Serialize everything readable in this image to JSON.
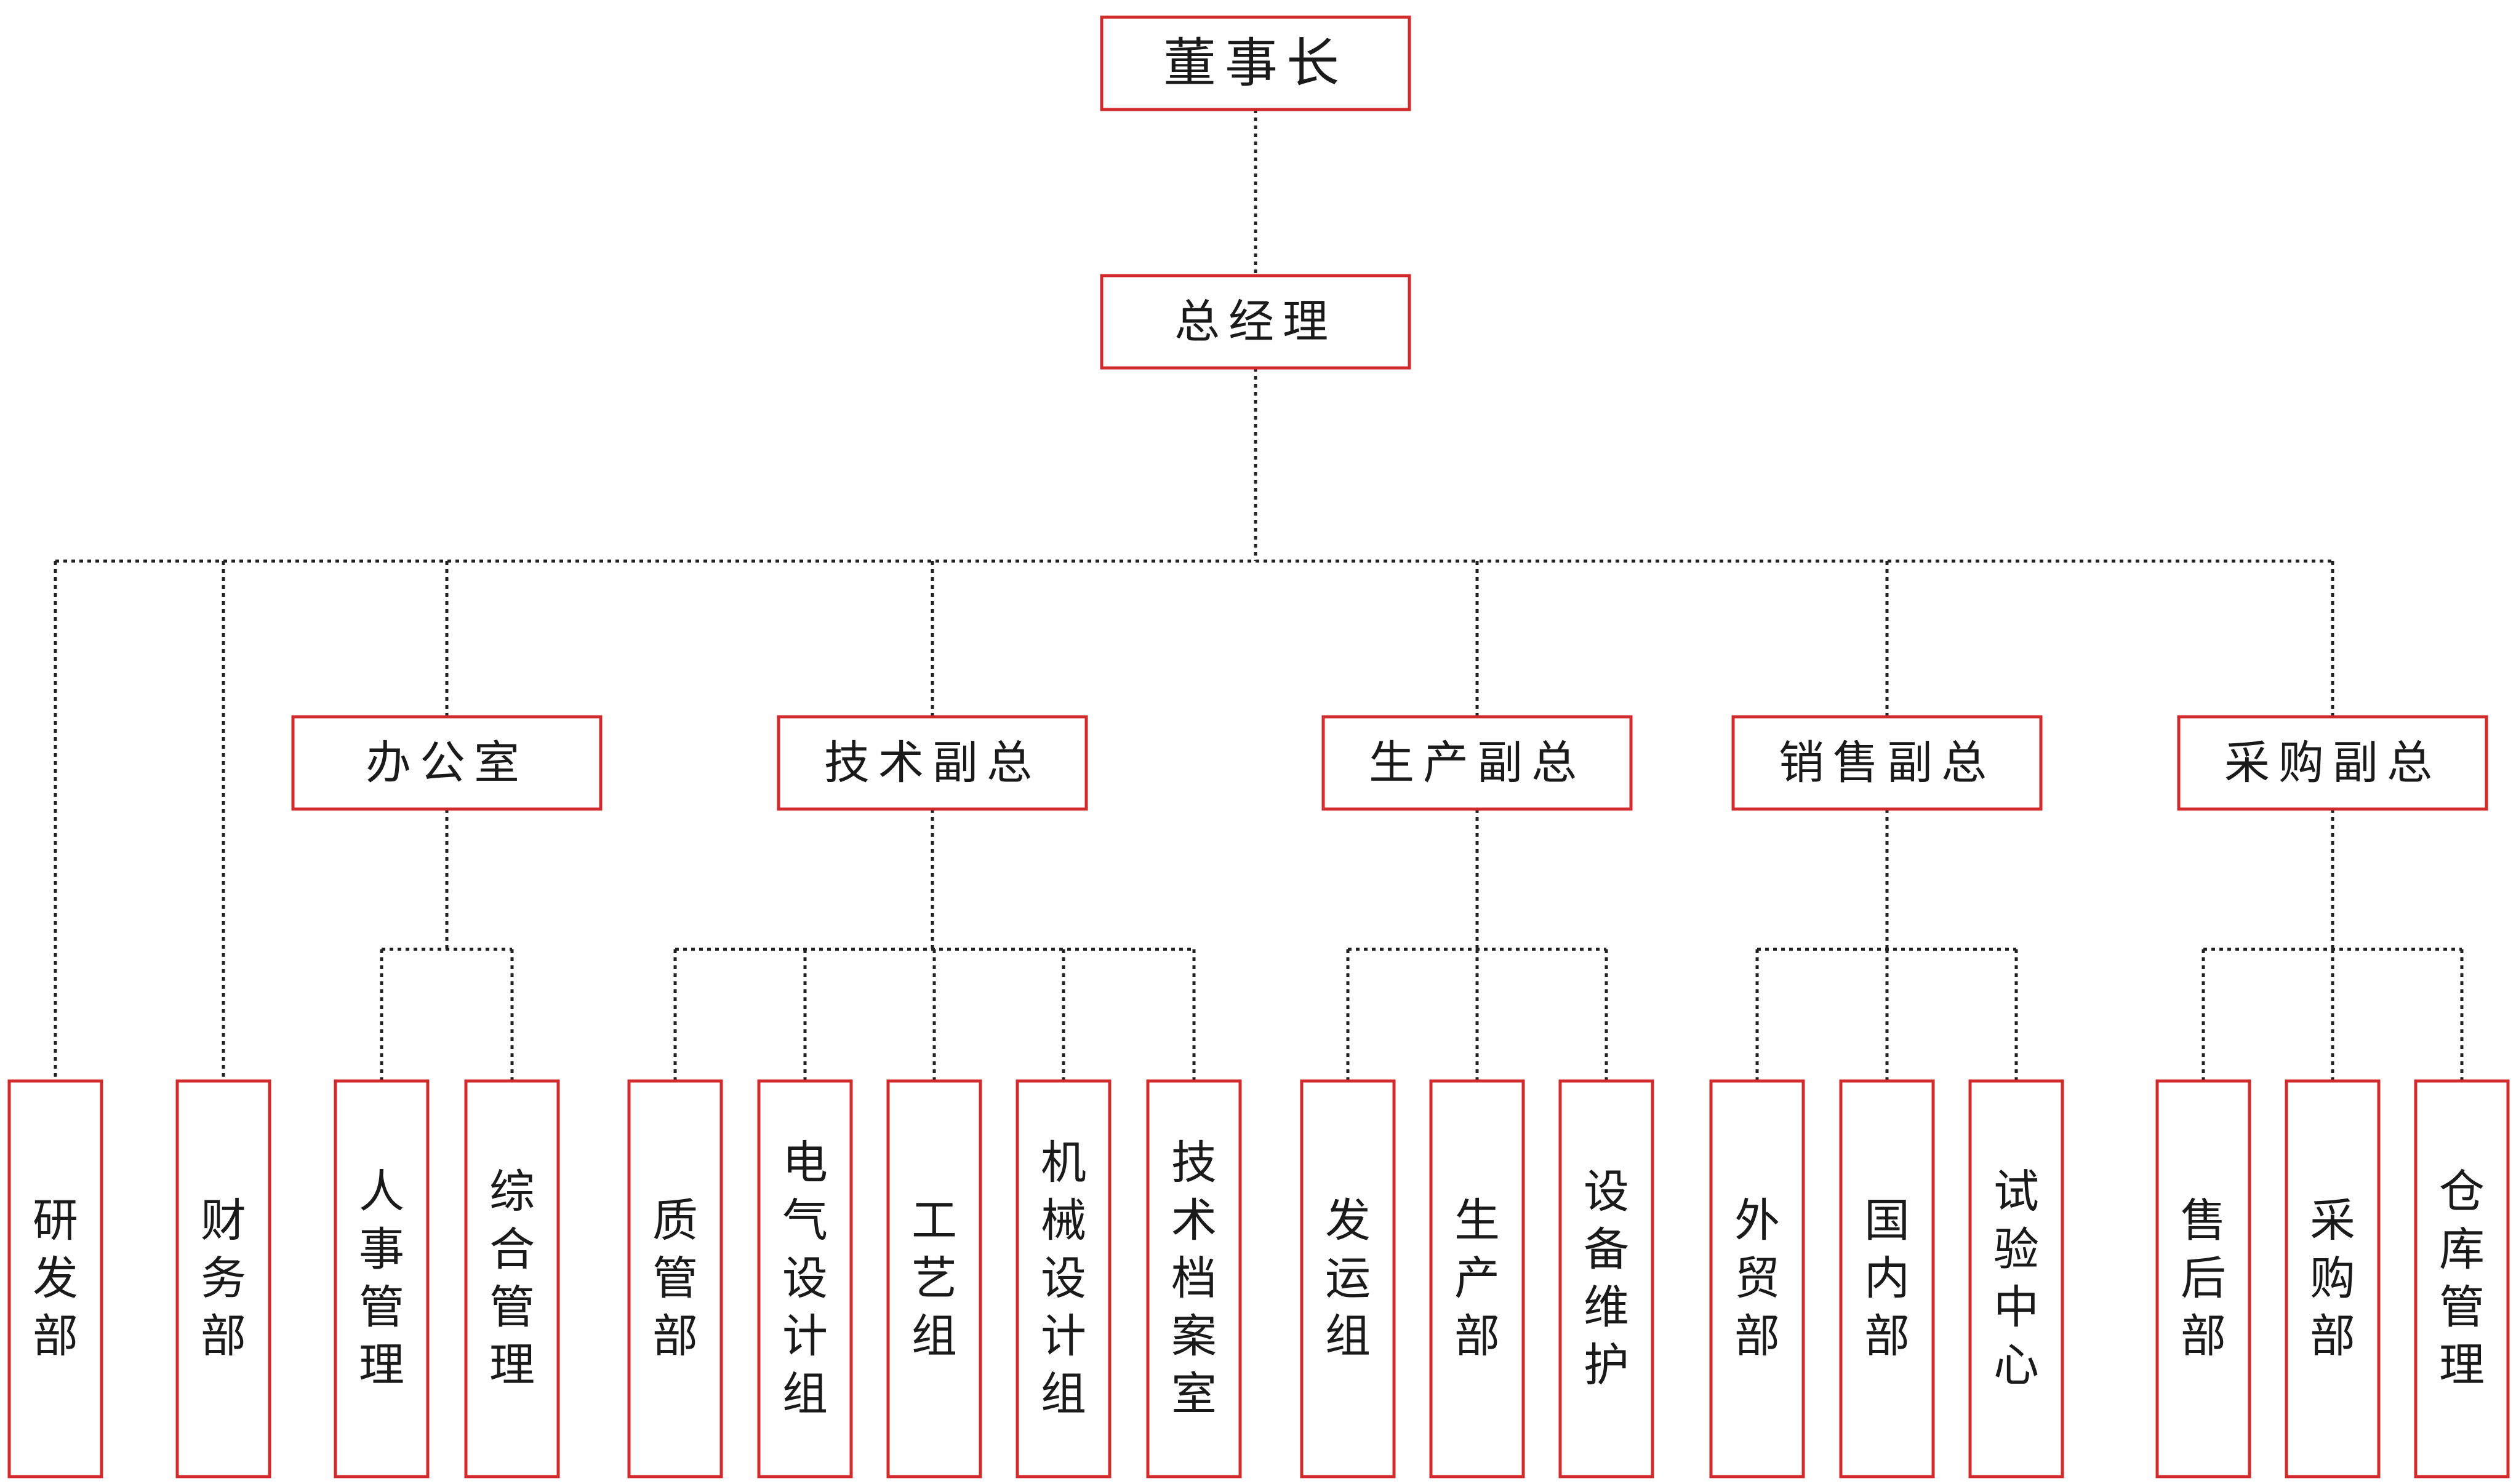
{
  "title": "",
  "chairman": "董事长",
  "gm": "总经理",
  "direct_reports": [
    "研发部",
    "财务部"
  ],
  "divisions": [
    {
      "name": "办公室",
      "units": [
        "人事管理",
        "综合管理"
      ]
    },
    {
      "name": "技术副总",
      "units": [
        "质管部",
        "电气设计组",
        "工艺组",
        "机械设计组",
        "技术档案室"
      ]
    },
    {
      "name": "生产副总",
      "units": [
        "发运组",
        "生产部",
        "设备维护"
      ]
    },
    {
      "name": "销售副总",
      "units": [
        "外贸部",
        "国内部",
        "试验中心"
      ]
    },
    {
      "name": "采购副总",
      "units": [
        "售后部",
        "采购部",
        "仓库管理"
      ]
    }
  ],
  "colors": {
    "box_border": "#d12b2b",
    "line": "#222222",
    "text": "#1a1a1a"
  }
}
